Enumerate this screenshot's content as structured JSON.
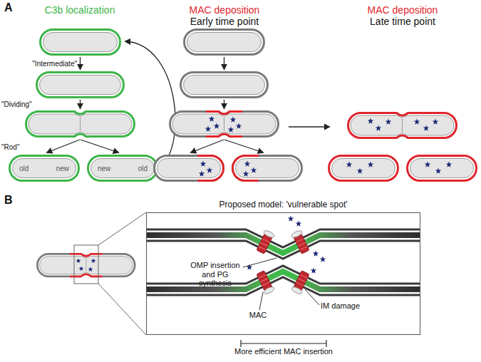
{
  "diagram": {
    "nodes": [
      {
        "text": [
          "old",
          "new"
        ]
      },
      {
        "text": [
          "new",
          "old"
        ]
      },
      {
        "text": [
          "Proposed model: 'vulnerable spot'"
        ]
      }
    ],
    "labels": [
      "A",
      "C3b localization",
      "\"Intermediate\"",
      "\"Dividing\"",
      "\"Rod\"",
      "MAC deposition",
      "Early time point",
      "MAC deposition",
      "Late time point",
      "B",
      "OMP insertion and PG synthesis",
      "IM damage",
      "MAC",
      "More efficient MAC insertion"
    ]
  }
}
